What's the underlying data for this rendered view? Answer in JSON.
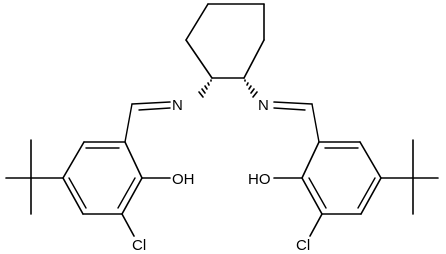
{
  "atom_labels": {
    "imine_n_left": "N",
    "imine_n_right": "N",
    "hydroxyl_left": "OH",
    "hydroxyl_right": "HO",
    "chloro_left": "Cl",
    "chloro_right": "Cl"
  }
}
